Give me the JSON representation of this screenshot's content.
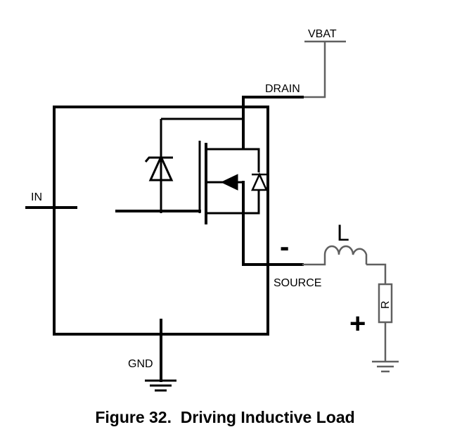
{
  "labels": {
    "vbat": "VBAT",
    "drain": "DRAIN",
    "in": "IN",
    "source": "SOURCE",
    "gnd": "GND",
    "inductor": "L",
    "resistor": "R",
    "minus": "-",
    "plus": "+"
  },
  "caption": "Figure 32.  Driving Inductive Load"
}
